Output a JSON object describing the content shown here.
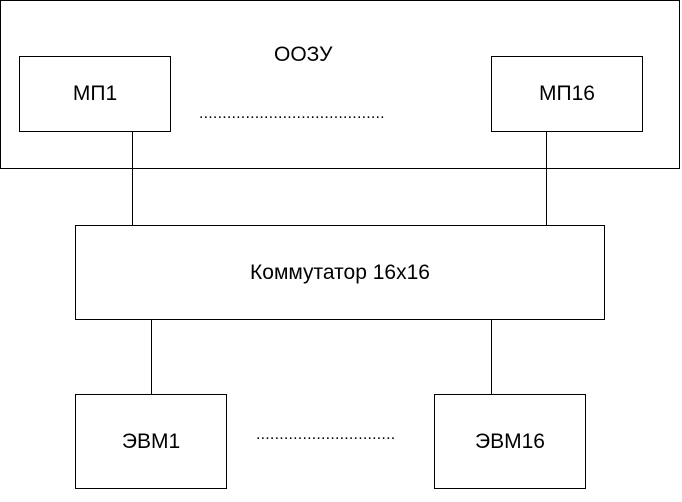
{
  "diagram": {
    "memory": {
      "title": "ООЗУ",
      "left_module": "МП1",
      "right_module": "МП16",
      "dots": "........................................"
    },
    "switch": {
      "label": "Коммутатор 16х16"
    },
    "computers": {
      "left": "ЭВМ1",
      "right": "ЭВМ16",
      "dots": "........................................"
    }
  }
}
